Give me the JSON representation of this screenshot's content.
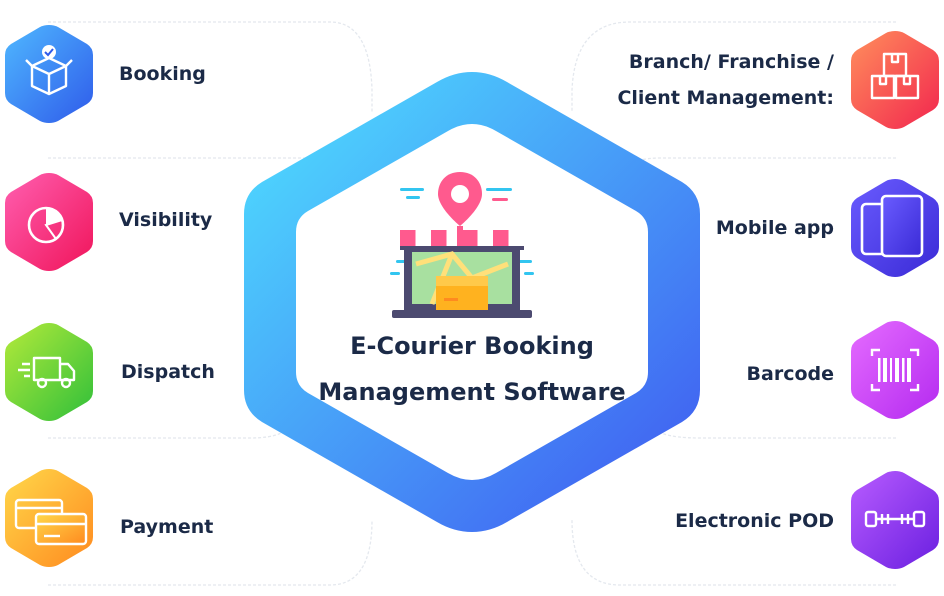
{
  "center": {
    "title_line1": "E-Courier Booking",
    "title_line2": "Management Software"
  },
  "features_left": [
    {
      "label": "Booking",
      "icon": "package-check-icon",
      "color_from": "#4fa8ff",
      "color_to": "#2f5bea"
    },
    {
      "label": "Visibility",
      "icon": "pie-chart-icon",
      "color_from": "#ff4fa3",
      "color_to": "#f0145a"
    },
    {
      "label": "Dispatch",
      "icon": "delivery-truck-icon",
      "color_from": "#9be33a",
      "color_to": "#2fbf3a"
    },
    {
      "label": "Payment",
      "icon": "credit-cards-icon",
      "color_from": "#ffcf4a",
      "color_to": "#ff8a1f"
    }
  ],
  "features_right": [
    {
      "label_line1": "Branch/ Franchise /",
      "label_line2": "Client Management:",
      "icon": "boxes-icon",
      "color_from": "#ff8a5c",
      "color_to": "#f2254e"
    },
    {
      "label": "Mobile app",
      "icon": "mobile-devices-icon",
      "color_from": "#6a5cff",
      "color_to": "#3a2ad6"
    },
    {
      "label": "Barcode",
      "icon": "barcode-scan-icon",
      "color_from": "#e06cff",
      "color_to": "#b42af0"
    },
    {
      "label": "Electronic POD",
      "icon": "signature-pod-icon",
      "color_from": "#b45cff",
      "color_to": "#6a1fe0"
    }
  ],
  "colors": {
    "text": "#1b2a47",
    "hex_ring_from": "#4fd8ff",
    "hex_ring_to": "#4158f0"
  }
}
